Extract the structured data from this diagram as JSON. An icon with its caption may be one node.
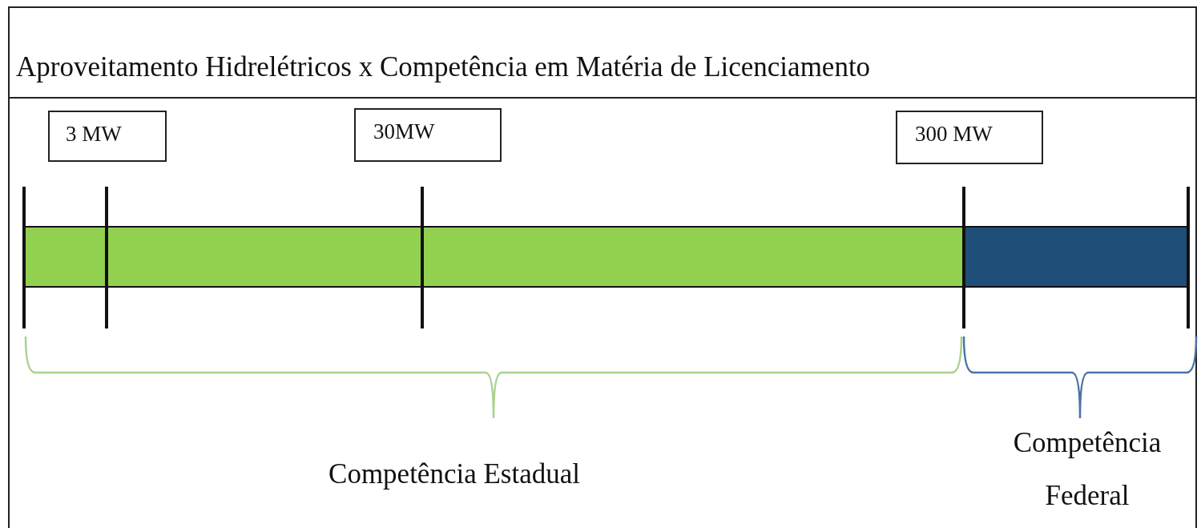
{
  "diagram": {
    "title": "Aproveitamento Hidrelétricos x Competência em Matéria de Licenciamento",
    "nodes": [
      {
        "text": [
          "3 MW"
        ]
      },
      {
        "text": [
          "30MW"
        ]
      },
      {
        "text": [
          "300 MW"
        ]
      }
    ],
    "labels": [
      "Competência Estadual",
      "Competência Federal"
    ]
  }
}
